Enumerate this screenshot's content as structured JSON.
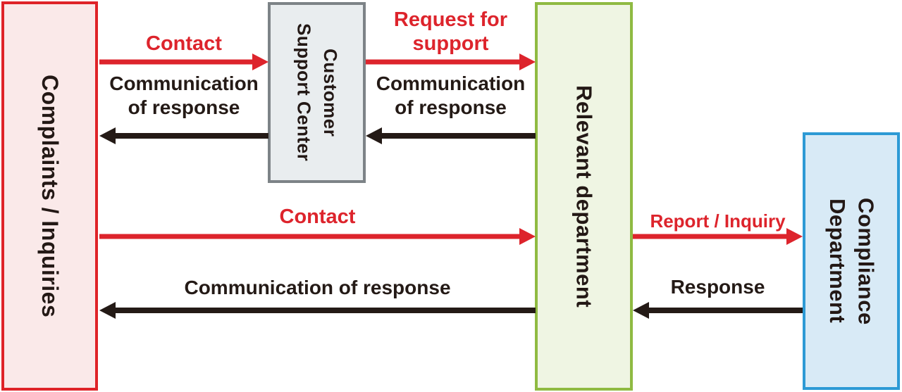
{
  "boxes": {
    "complaints": {
      "label": "Complaints / Inquiries"
    },
    "customer_support_center": {
      "lines": [
        "Customer",
        "Support Center"
      ]
    },
    "relevant_department": {
      "label": "Relevant department"
    },
    "compliance_department": {
      "lines": [
        "Compliance",
        "Department"
      ]
    }
  },
  "flows": {
    "contact_top": {
      "label": "Contact",
      "from": "complaints",
      "to": "customer_support_center",
      "direction": "right",
      "color": "#dd242c"
    },
    "comm_response_top_left": {
      "lines": [
        "Communication",
        "of response"
      ],
      "from": "customer_support_center",
      "to": "complaints",
      "direction": "left",
      "color": "#241a16"
    },
    "request_for_support": {
      "lines": [
        "Request for",
        "support"
      ],
      "from": "customer_support_center",
      "to": "relevant_department",
      "direction": "right",
      "color": "#dd242c"
    },
    "comm_response_top_right": {
      "lines": [
        "Communication",
        "of response"
      ],
      "from": "relevant_department",
      "to": "customer_support_center",
      "direction": "left",
      "color": "#241a16"
    },
    "contact_direct": {
      "label": "Contact",
      "from": "complaints",
      "to": "relevant_department",
      "direction": "right",
      "color": "#dd242c"
    },
    "comm_response_direct": {
      "label": "Communication of response",
      "from": "relevant_department",
      "to": "complaints",
      "direction": "left",
      "color": "#241a16"
    },
    "report_inquiry": {
      "label": "Report / Inquiry",
      "from": "relevant_department",
      "to": "compliance_department",
      "direction": "right",
      "color": "#dd242c"
    },
    "response": {
      "label": "Response",
      "from": "compliance_department",
      "to": "relevant_department",
      "direction": "left",
      "color": "#241a16"
    }
  },
  "colors": {
    "flow_red": "#dd242c",
    "flow_black": "#241a16",
    "complaints_fill": "#fae9e9",
    "complaints_border": "#df2328",
    "customer_support_center_fill": "#e9edef",
    "customer_support_center_border": "#7d8387",
    "relevant_department_fill": "#eff5e3",
    "relevant_department_border": "#8fba42",
    "compliance_department_fill": "#d8eaf6",
    "compliance_department_border": "#2d9ad5",
    "text_black": "#231815"
  }
}
